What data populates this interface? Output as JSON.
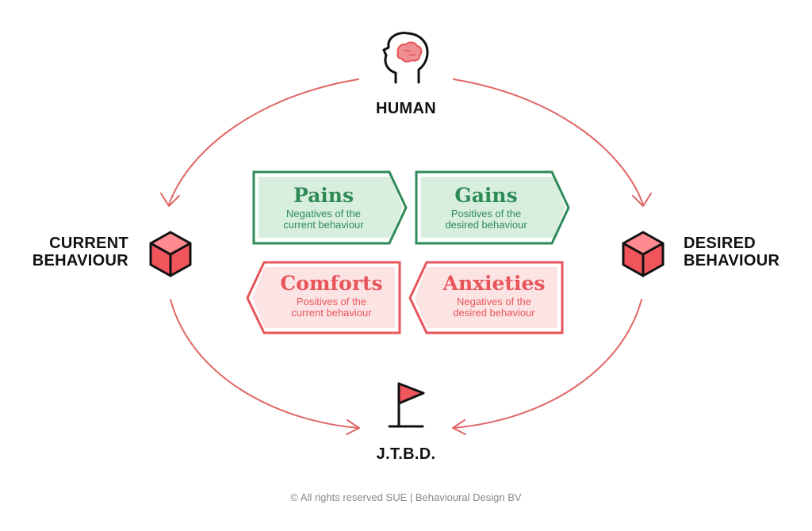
{
  "colors": {
    "green": "#2e8b57",
    "green_fill": "#d8efdf",
    "red": "#e8555b",
    "red_fill": "#fde4e4",
    "arrow": "#e06666",
    "text": "#111111"
  },
  "nodes": {
    "human": {
      "label": "HUMAN",
      "icon": "head-brain-icon"
    },
    "current": {
      "line1": "CURRENT",
      "line2": "BEHAVIOUR",
      "icon": "cube-icon"
    },
    "desired": {
      "line1": "DESIRED",
      "line2": "BEHAVIOUR",
      "icon": "cube-icon"
    },
    "jtbd": {
      "label": "J.T.B.D.",
      "icon": "flag-icon"
    }
  },
  "cards": {
    "pains": {
      "title": "Pains",
      "line1": "Negatives of the",
      "line2": "current behaviour"
    },
    "gains": {
      "title": "Gains",
      "line1": "Positives of the",
      "line2": "desired behaviour"
    },
    "comforts": {
      "title": "Comforts",
      "line1": "Positives of the",
      "line2": "current behaviour"
    },
    "anxieties": {
      "title": "Anxieties",
      "line1": "Negatives of the",
      "line2": "desired behaviour"
    }
  },
  "footer": "© All rights reserved SUE | Behavioural Design BV"
}
